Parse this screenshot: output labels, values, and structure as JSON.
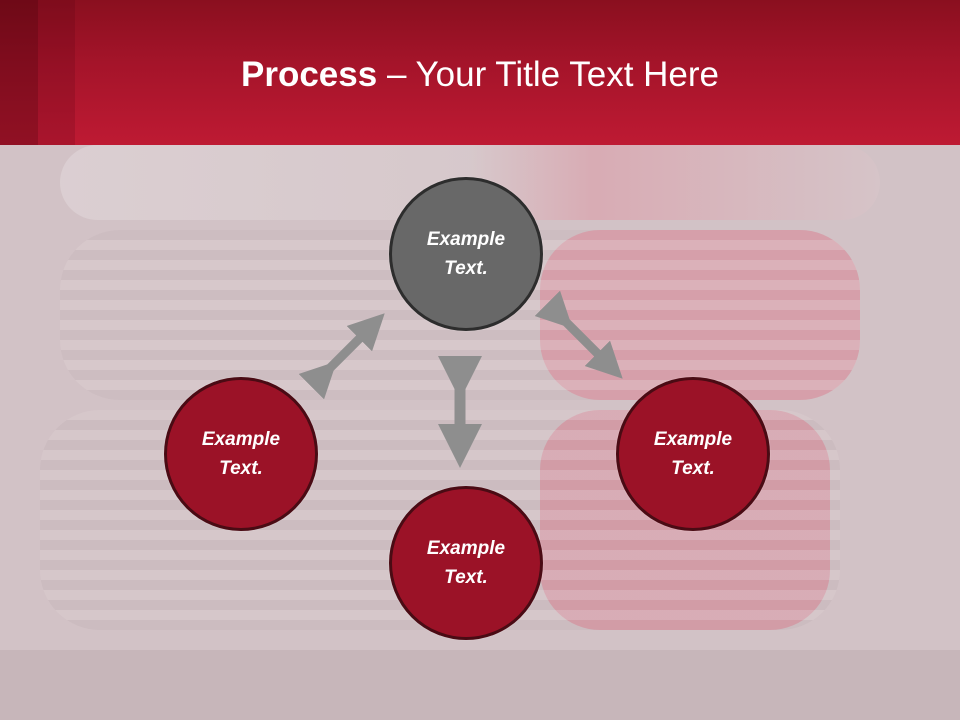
{
  "slide": {
    "title_bold": "Process",
    "title_rest": " – Your Title Text Here"
  },
  "nodes": {
    "top": {
      "line1": "Example",
      "line2": "Text."
    },
    "left": {
      "line1": "Example",
      "line2": "Text."
    },
    "right": {
      "line1": "Example",
      "line2": "Text."
    },
    "bottom": {
      "line1": "Example",
      "line2": "Text."
    }
  },
  "colors": {
    "header": "#be1a33",
    "node_center": "#686868",
    "node_outer": "#9b1227",
    "arrow": "#8e8e8e",
    "background": "#d2c2c6"
  }
}
